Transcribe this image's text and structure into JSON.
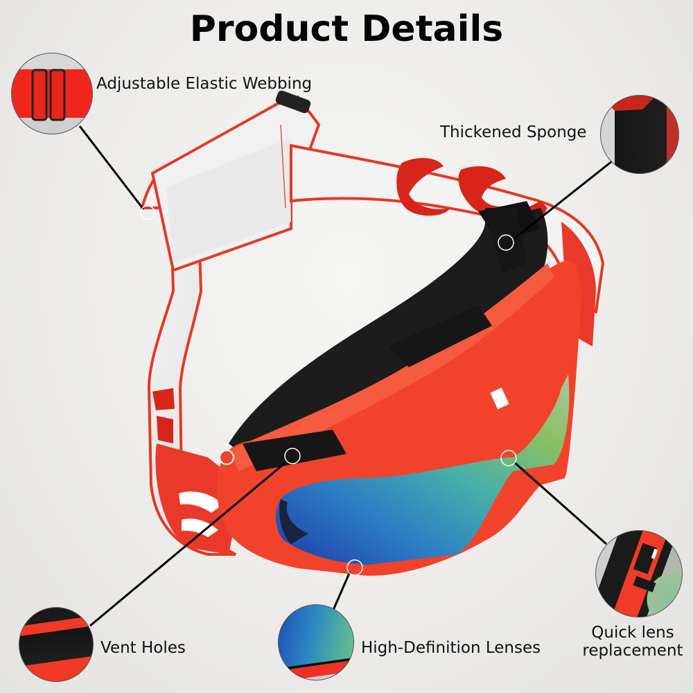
{
  "page": {
    "title": "Product Details"
  },
  "colors": {
    "background": "#ececea",
    "frame_red": "#f0402a",
    "strap_white": "#f2f2f2",
    "sponge_black": "#1a1a1a",
    "lens_blue": "#1f4fb0",
    "lens_teal": "#3aa6b8",
    "lens_green": "#8cc06a",
    "callout_line": "#000000"
  },
  "callouts": [
    {
      "id": "webbing",
      "label": "Adjustable Elastic Webbing",
      "detail_image": "red-strap-buckle-closeup"
    },
    {
      "id": "sponge",
      "label": "Thickened Sponge",
      "detail_image": "black-foam-closeup"
    },
    {
      "id": "vents",
      "label": "Vent Holes",
      "detail_image": "vent-holes-closeup"
    },
    {
      "id": "lenses",
      "label": "High-Definition Lenses",
      "detail_image": "iridescent-lens-closeup"
    },
    {
      "id": "quick_lens",
      "label_line1": "Quick lens",
      "label_line2": "replacement",
      "detail_image": "lens-frame-closeup"
    }
  ],
  "product": {
    "name": "motocross-goggles",
    "strap_print": "red-on-white-logo"
  }
}
